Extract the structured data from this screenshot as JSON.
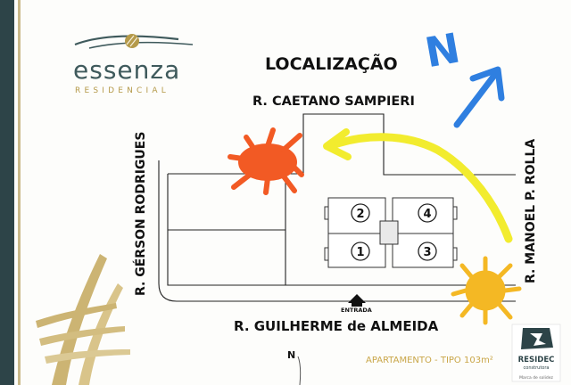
{
  "brand": {
    "name": "essenza",
    "tagline": "RESIDENCIAL",
    "colors": {
      "teal": "#3f5a5c",
      "gold": "#b59a4a",
      "dark_bar": "#2d4448"
    }
  },
  "map": {
    "title": "LOCALIZAÇÃO",
    "streets": {
      "north": "R. CAETANO SAMPIERI",
      "west": "R. GÉRSON RODRIGUES",
      "east": "R. MANOEL P. ROLLA",
      "south": "R. GUILHERME de ALMEIDA"
    },
    "entrance_label": "ENTRADA",
    "apartment_numbers": [
      "2",
      "4",
      "1",
      "3"
    ],
    "compass_label": "N",
    "handwritten_north": "N",
    "apartment_label": "APARTAMENTO - TIPO 103m²",
    "annotation_colors": {
      "sun": "#f4b824",
      "sunset": "#f25a24",
      "path": "#f2ec2e",
      "north": "#2f7fe0"
    }
  },
  "developer": {
    "logo_name": "residec-logo",
    "name": "RESIDEC",
    "subtitle": "construtora",
    "motto": "Marca de solidez"
  }
}
